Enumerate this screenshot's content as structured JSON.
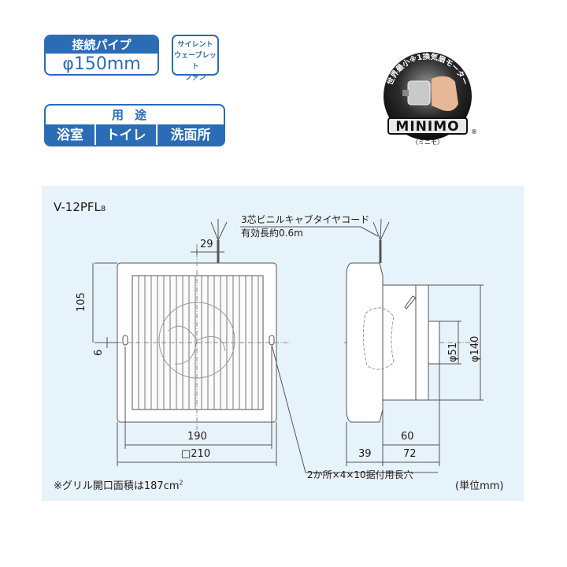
{
  "badges": {
    "pipe": {
      "title": "接続パイプ",
      "value": "φ150mm"
    },
    "silent": {
      "lines": [
        "サイレント",
        "ウェーブレット",
        "ファン"
      ]
    },
    "usage": {
      "title": "用途",
      "items": [
        "浴室",
        "トイレ",
        "洗面所"
      ]
    }
  },
  "motor_logo": {
    "arc_text": "世界最小※1換気扇モーター",
    "brand": "MINIMO",
    "reading": "〈ミニモ〉",
    "reg_mark": "®"
  },
  "drawing": {
    "model": "V-12PFL",
    "model_suffix": "8",
    "cord_label": "3芯ビニルキャブタイヤコード",
    "cord_length": "有効長約0.6m",
    "dims": {
      "d29": "29",
      "d105": "105",
      "d6": "6",
      "d190": "190",
      "d210": "□210",
      "d39": "39",
      "d60": "60",
      "d72": "72",
      "d51": "φ51",
      "d140": "φ140"
    },
    "hole_note": "2か所×4×10据付用長穴",
    "footnote": "※グリル開口面積は187cm",
    "footnote_sup": "2",
    "unit_note": "(単位mm)"
  },
  "colors": {
    "accent": "#2a6cb6",
    "panel": "#e6f3fb"
  }
}
